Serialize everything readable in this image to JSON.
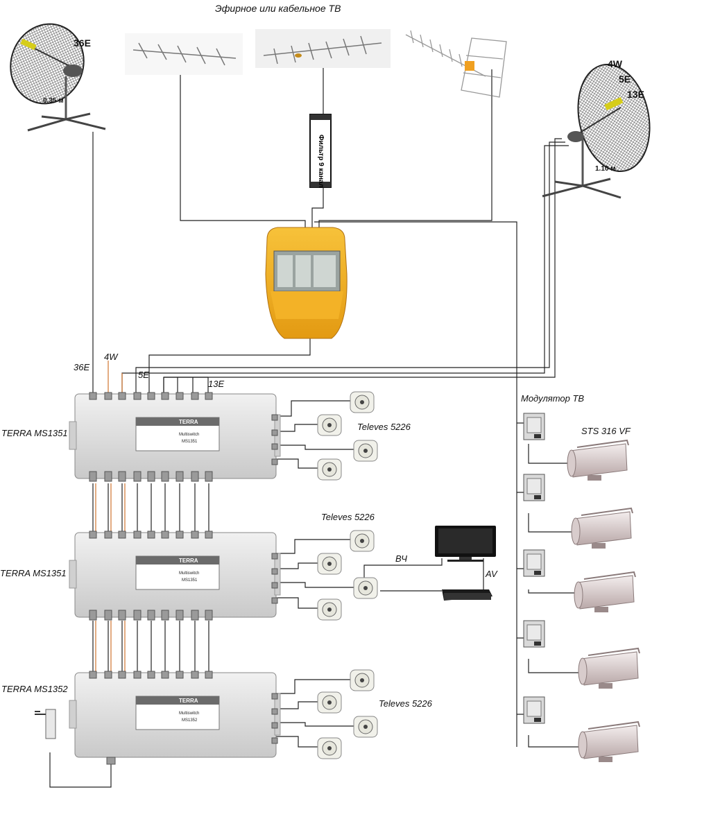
{
  "title": "Эфирное или кабельное ТВ",
  "dish_small": {
    "satellites": [
      "36E"
    ],
    "size": "0.35 м"
  },
  "dish_large": {
    "satellites": [
      "4W",
      "5E",
      "13E"
    ],
    "size": "1.10 м"
  },
  "filter_label": "Фильтр 9 канал",
  "input_labels": {
    "sat_36e": "36E",
    "sat_4w": "4W",
    "sat_5e": "5E",
    "sat_13e": "13E"
  },
  "multiswitches": [
    "TERRA MS1351",
    "TERRA MS1351",
    "TERRA MS1352"
  ],
  "switch_plate": {
    "brand": "TERRA",
    "model1": "MS1351",
    "model2": "MS1351",
    "model3": "MS1352",
    "subtitle": "Multiswitch"
  },
  "outlet_labels": [
    "Televes 5226",
    "Televes 5226",
    "Televes 5226"
  ],
  "modulator_label": "Модулятор ТВ",
  "camera_label": "STS 316 VF",
  "tv_labels": {
    "rf": "ВЧ",
    "av": "AV"
  }
}
